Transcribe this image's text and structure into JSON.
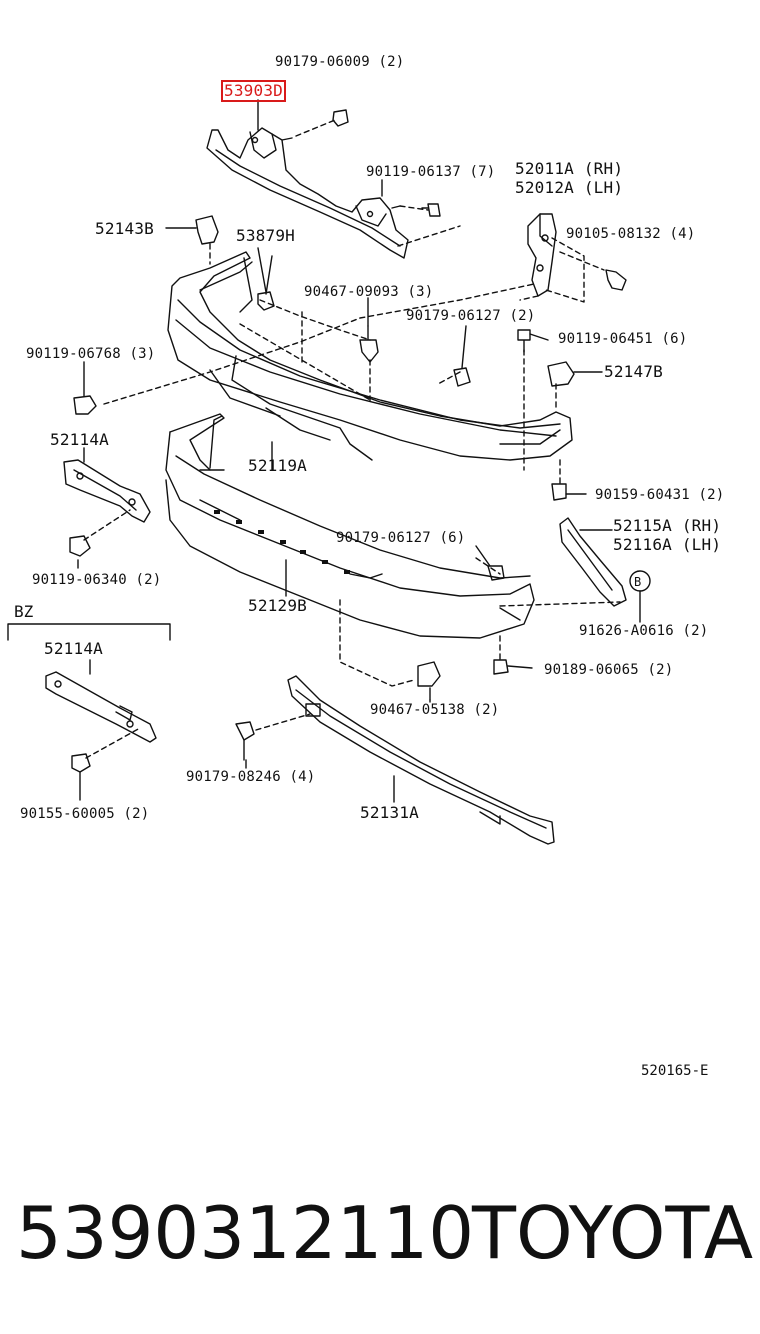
{
  "callouts": {
    "p53903d": "53903D",
    "p90179_06009": "90179-06009 (2)",
    "p90119_06137": "90119-06137 (7)",
    "p52011a": "52011A (RH)",
    "p52012a": "52012A (LH)",
    "p52143b": "52143B",
    "p53879h": "53879H",
    "p90105_08132": "90105-08132 (4)",
    "p90467_09093": "90467-09093 (3)",
    "p90179_06127a": "90179-06127 (2)",
    "p90119_06451": "90119-06451 (6)",
    "p90119_06768": "90119-06768 (3)",
    "p52147b": "52147B",
    "p52114a": "52114A",
    "p52119a": "52119A",
    "p90159_60431": "90159-60431 (2)",
    "p52115a": "52115A (RH)",
    "p52116a": "52116A (LH)",
    "p90179_06127b": "90179-06127 (6)",
    "p90119_06340": "90119-06340 (2)",
    "bz_label": "BZ",
    "p52114a_bz": "52114A",
    "p52129b": "52129B",
    "p91626_a0616": "91626-A0616 (2)",
    "p90189_06065": "90189-06065 (2)",
    "p90467_05138": "90467-05138 (2)",
    "p90179_08246": "90179-08246 (4)",
    "p52131a": "52131A",
    "p90155_60005": "90155-60005 (2)",
    "circle_b": "B"
  },
  "diagram_code": "520165-E",
  "footer": {
    "part_number": "5390312110",
    "brand": "TOYOTA"
  },
  "colors": {
    "highlight": "#d91a1a",
    "line": "#111111"
  }
}
